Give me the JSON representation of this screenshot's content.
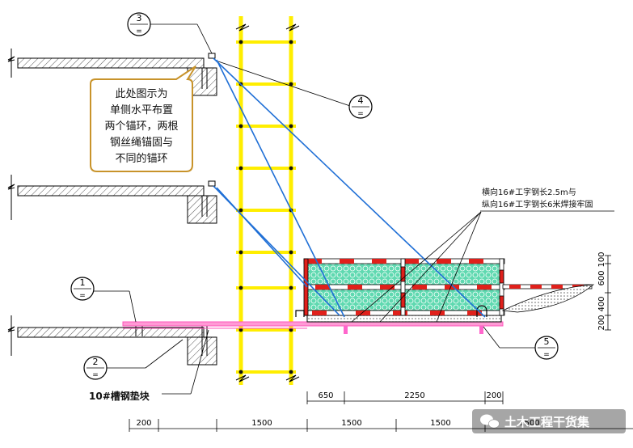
{
  "callouts": [
    {
      "id": "3",
      "sub": "="
    },
    {
      "id": "4",
      "sub": "="
    },
    {
      "id": "1",
      "sub": "="
    },
    {
      "id": "2",
      "sub": "="
    },
    {
      "id": "5",
      "sub": "="
    }
  ],
  "note_box": {
    "lines": [
      "此处图示为",
      "单侧水平布置",
      "两个锚环，两根",
      "钢丝绳锚固与",
      "不同的锚环"
    ]
  },
  "weld_note": {
    "line1": "横向16#工字钢长2.5m与",
    "line2": "纵向16#工字钢长6米焊接牢固"
  },
  "channel_label": "10#槽钢垫块",
  "dims_right": [
    "100",
    "600",
    "400",
    "200"
  ],
  "dims_platform": [
    "650",
    "2250",
    "200"
  ],
  "dims_bottom": [
    "200",
    "1500",
    "1500",
    "1500",
    "1500"
  ],
  "watermark": {
    "text": "土木工程干货集"
  },
  "colors": {
    "wire": "#1f6fd6",
    "scaffold": "#ffee00",
    "beam": "#ff66cc",
    "rail_red": "#e0201b",
    "mesh": "#4fd1a8",
    "note_border": "#c8932a"
  }
}
